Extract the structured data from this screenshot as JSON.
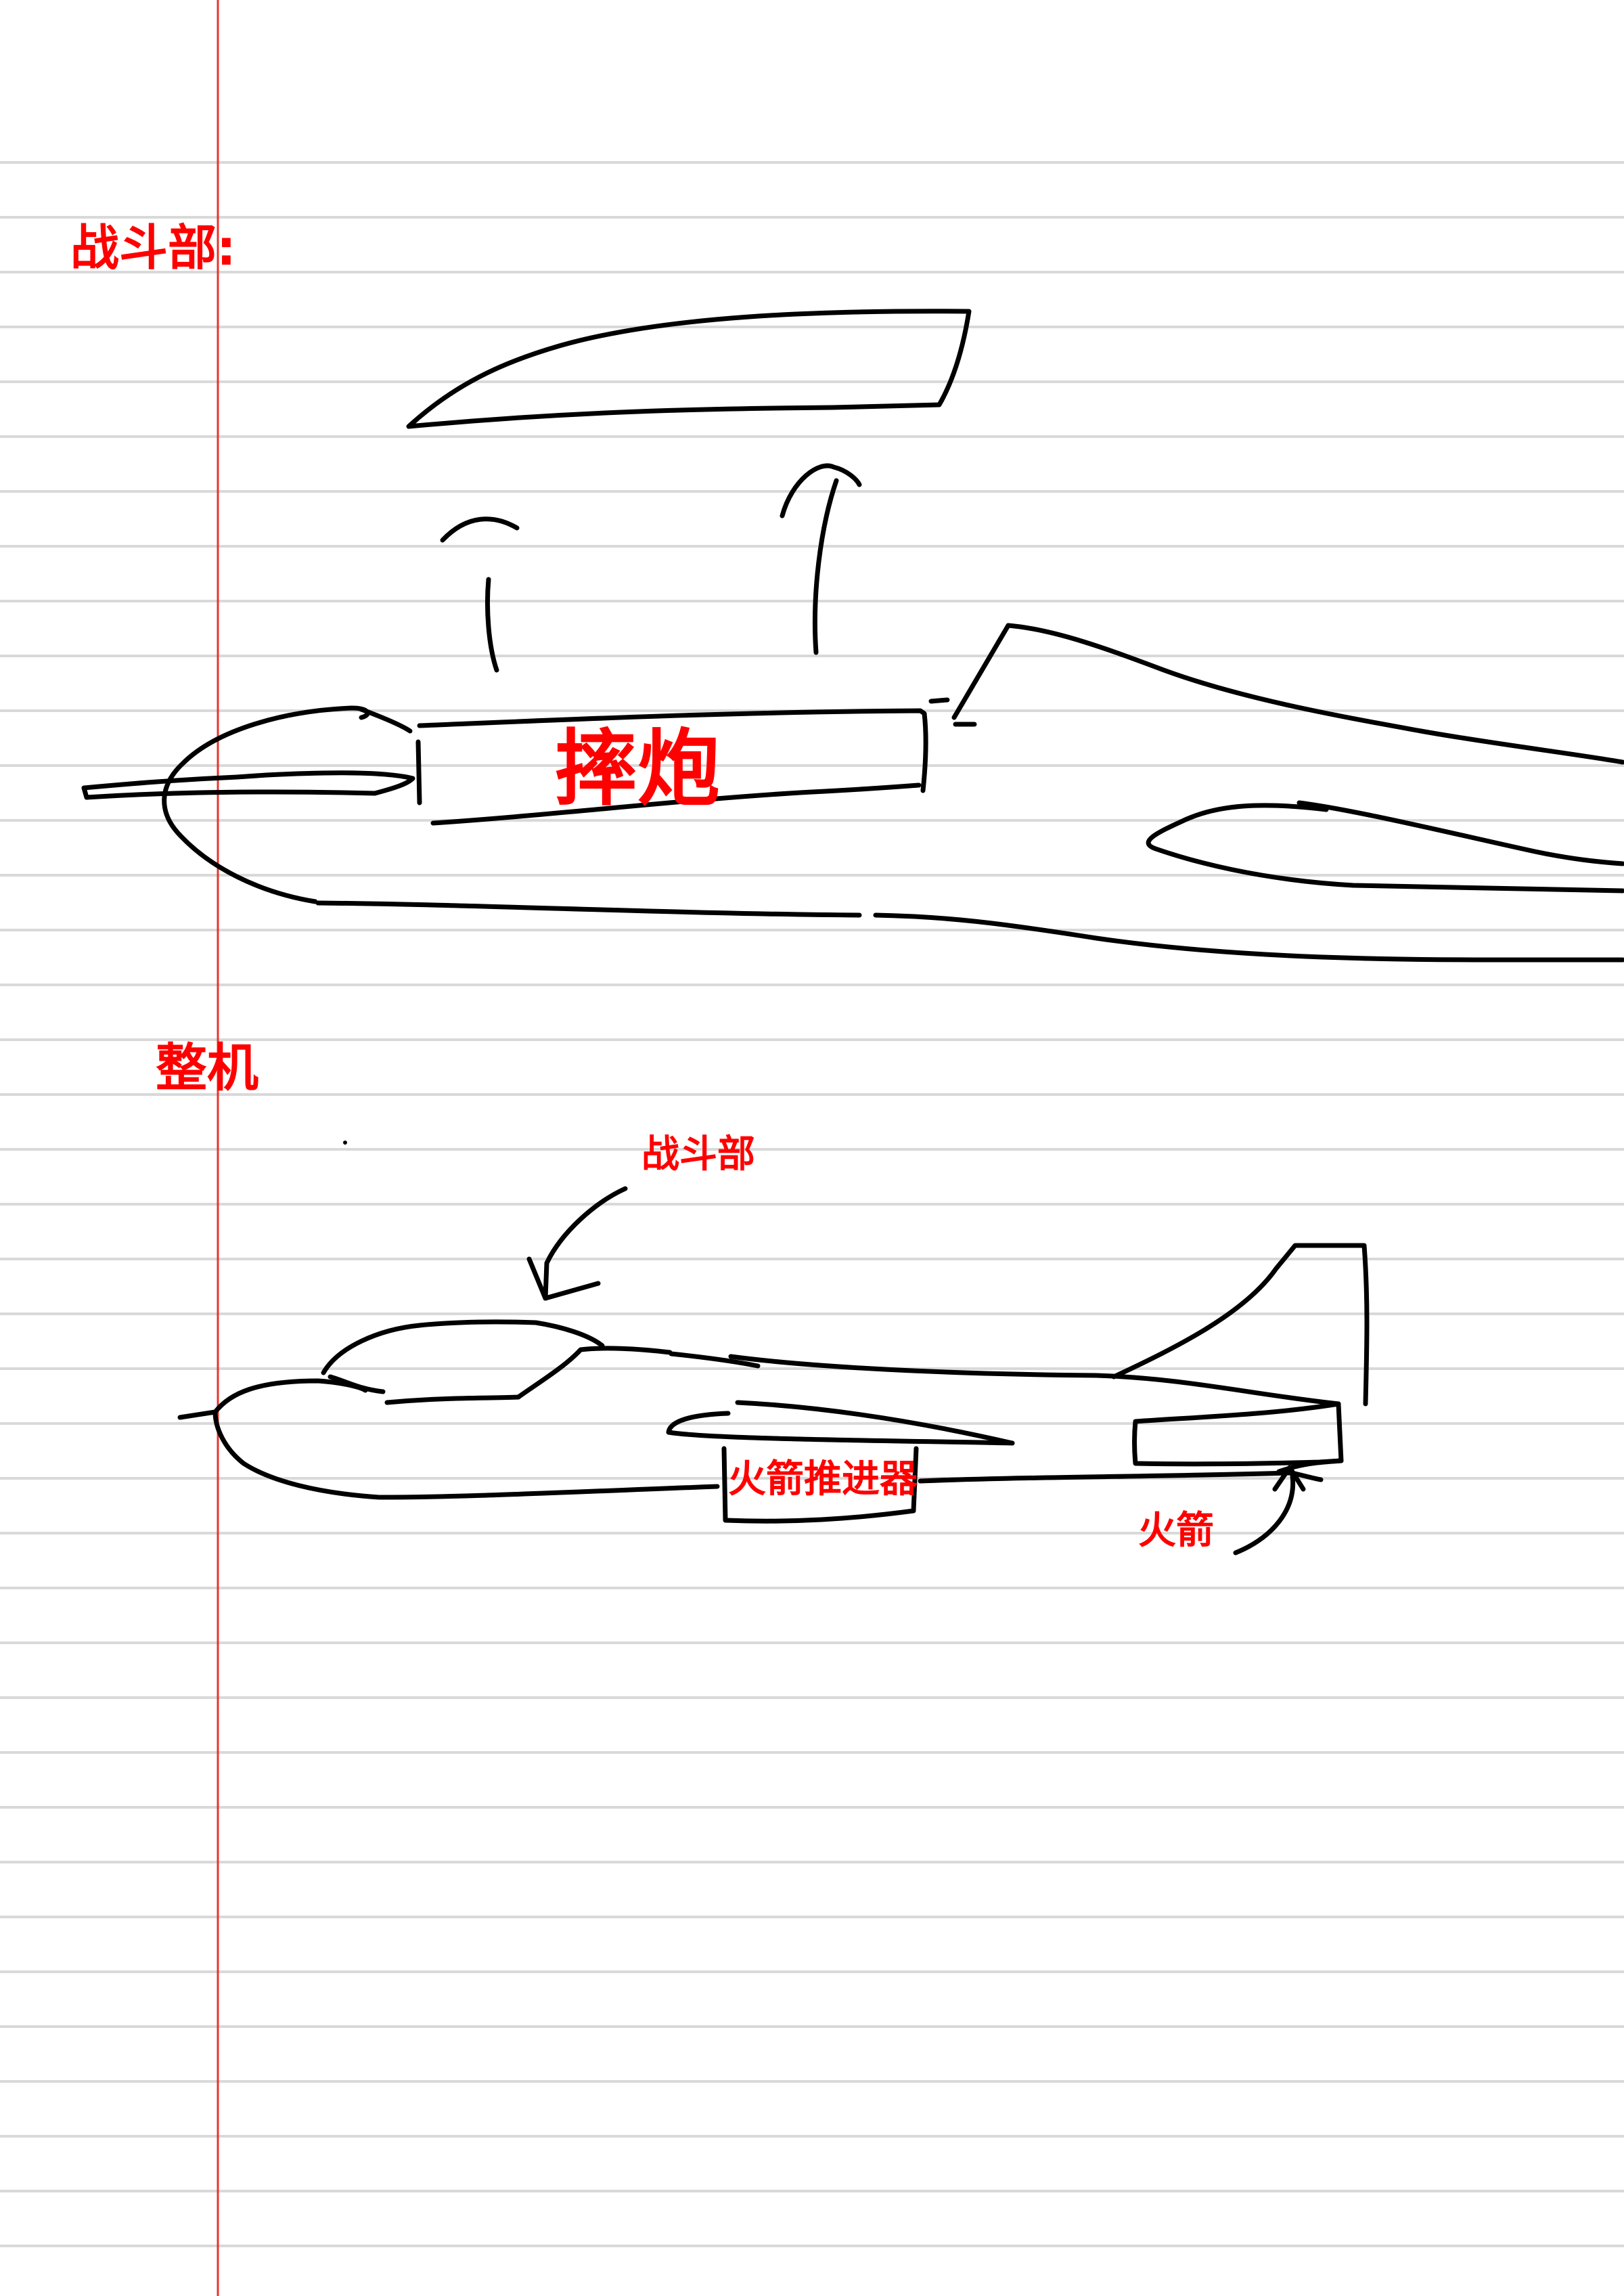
{
  "colors": {
    "paper": "#ffffff",
    "rule_line": "#d9d9d9",
    "margin_line": "#e8342c",
    "ink": "#000000",
    "annotation": "#ff0000"
  },
  "sections": {
    "warhead_title": "战斗部:",
    "whole_aircraft_title": "整机"
  },
  "labels": {
    "cannon": "摔炮",
    "warhead": "战斗部",
    "rocket_booster": "火箭推进器",
    "rocket": "火箭"
  }
}
